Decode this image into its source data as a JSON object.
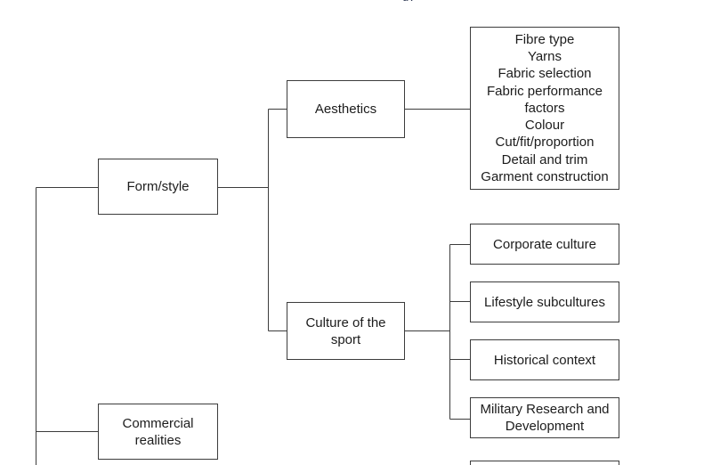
{
  "diagram": {
    "type": "hierarchical-tree",
    "orientation": "left-to-right",
    "background_color": "#ffffff",
    "line_color": "#3c3c3c",
    "text_color": "#1c1c1c",
    "top_clipped_fragment": "gy",
    "nodes": {
      "form_style": {
        "label": "Form/style",
        "level": 1
      },
      "commercial_realities": {
        "label": "Commercial\nrealities",
        "level": 1
      },
      "aesthetics": {
        "label": "Aesthetics",
        "level": 2
      },
      "culture_of_the_sport": {
        "label": "Culture of the\nsport",
        "level": 2
      },
      "aesthetics_details": {
        "label": "Fibre type\nYarns\nFabric selection\nFabric performance\nfactors\nColour\nCut/fit/proportion\nDetail and trim\nGarment construction",
        "level": 3,
        "items": [
          "Fibre type",
          "Yarns",
          "Fabric selection",
          "Fabric performance",
          "factors",
          "Colour",
          "Cut/fit/proportion",
          "Detail and trim",
          "Garment construction"
        ]
      },
      "corporate_culture": {
        "label": "Corporate culture",
        "level": 3
      },
      "lifestyle_subcultures": {
        "label": "Lifestyle subcultures",
        "level": 3
      },
      "historical_context": {
        "label": "Historical context",
        "level": 3
      },
      "military_research": {
        "label": "Military Research and\nDevelopment",
        "level": 3
      },
      "clipped_bottom_box": {
        "label": "",
        "level": 3
      }
    }
  }
}
